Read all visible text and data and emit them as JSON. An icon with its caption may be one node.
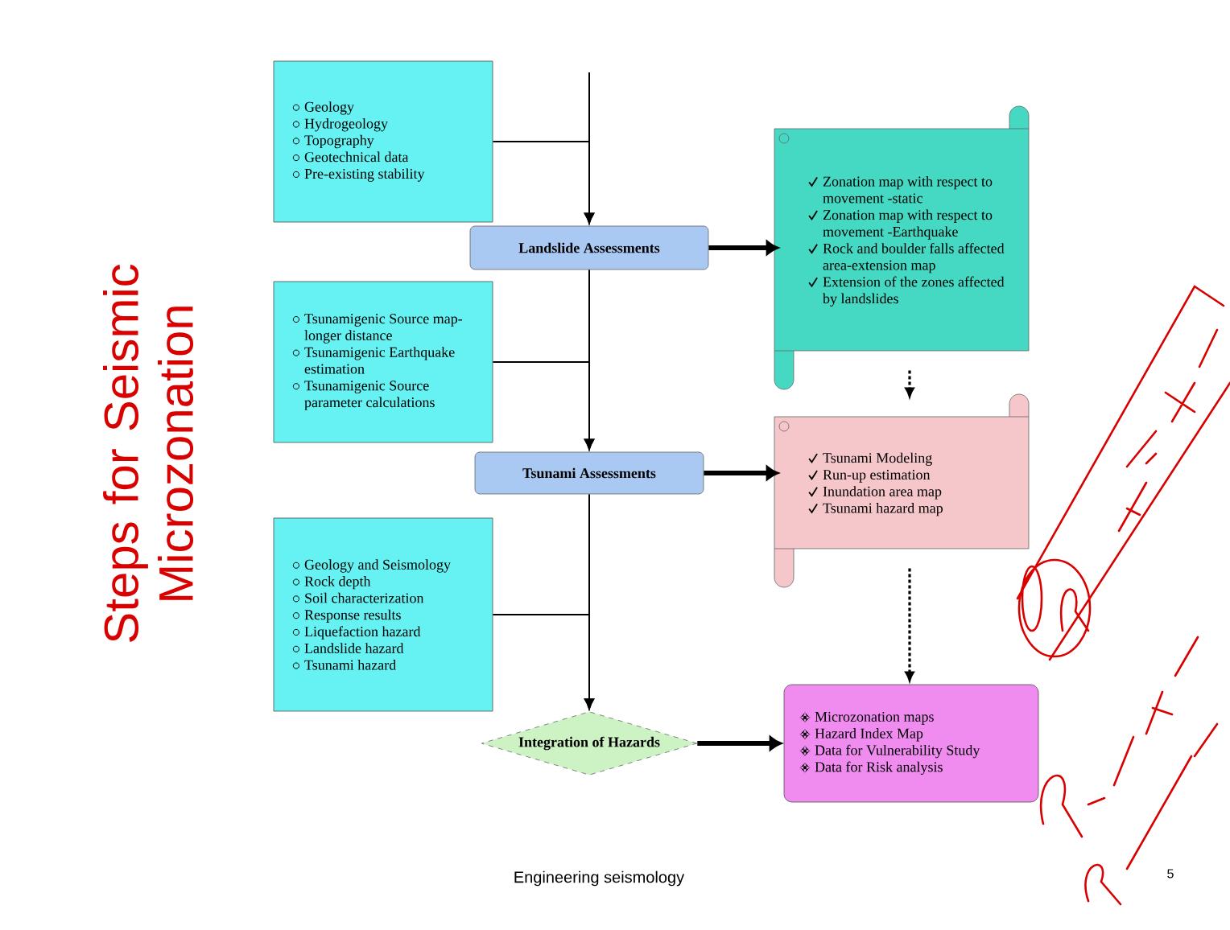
{
  "diagram": {
    "title": "Steps for Seismic Microzonation",
    "nodes": [
      {
        "text": [
          "Geology",
          "Hydrogeology",
          "Topography",
          "Geotechnical data",
          "Pre-existing stability"
        ]
      },
      {
        "text": [
          "Landslide Assessments"
        ]
      },
      {
        "text": [
          "Tsunamigenic Source map- longer distance",
          "Tsunamigenic Earthquake estimation",
          "Tsunamigenic Source parameter calculations"
        ]
      },
      {
        "text": [
          "Tsunami Assessments"
        ]
      },
      {
        "text": [
          "Geology and Seismology",
          "Rock depth",
          "Soil characterization",
          "Response results",
          "Liquefaction hazard",
          "Landslide hazard",
          "Tsunami hazard"
        ]
      },
      {
        "text": [
          "Integration of Hazards"
        ]
      },
      {
        "text": [
          "Zonation map with respect to movement -static",
          "Zonation map with respect to movement -Earthquake",
          "Rock and boulder falls affected area-extension map",
          "Extension of the zones affected by landslides"
        ]
      },
      {
        "text": [
          "Tsunami Modeling",
          "Run-up estimation",
          "Inundation area map",
          "Tsunami hazard map"
        ]
      },
      {
        "text": [
          "Microzonation maps",
          "Hazard Index Map",
          "Data for Vulnerability Study",
          "Data for Risk analysis"
        ]
      }
    ],
    "edges": [
      {
        "from": null,
        "to": 1,
        "arrow": "to"
      },
      {
        "from": 0,
        "to": 1,
        "arrow": "to"
      },
      {
        "from": 1,
        "to": 3,
        "arrow": "to"
      },
      {
        "from": 2,
        "to": 3,
        "arrow": "to"
      },
      {
        "from": 3,
        "to": 5,
        "arrow": "to"
      },
      {
        "from": 4,
        "to": 5,
        "arrow": "to"
      },
      {
        "from": 1,
        "to": 6,
        "arrow": "to",
        "style": "thick"
      },
      {
        "from": 3,
        "to": 7,
        "arrow": "to",
        "style": "thick"
      },
      {
        "from": 5,
        "to": 8,
        "arrow": "to",
        "style": "thick"
      },
      {
        "from": 6,
        "to": 7,
        "arrow": "to",
        "style": "dashed"
      },
      {
        "from": 7,
        "to": 8,
        "arrow": "to",
        "style": "dashed"
      }
    ],
    "labels": [
      "Engineering seismology",
      "5"
    ]
  }
}
